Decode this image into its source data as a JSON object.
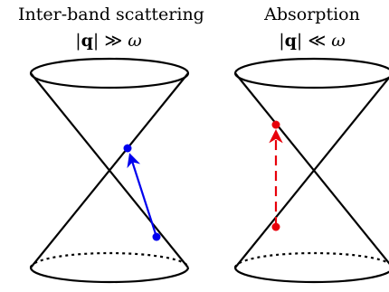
{
  "panels": [
    {
      "title": "Inter-band scattering",
      "formula": {
        "lhs_open": "|",
        "lhs_vec": "q",
        "lhs_close": "|",
        "relation": "≫",
        "rhs": "ω"
      },
      "process": "inter-band scattering",
      "arrow_style": "solid",
      "color": "#0000ee"
    },
    {
      "title": "Absorption",
      "formula": {
        "lhs_open": "|",
        "lhs_vec": "q",
        "lhs_close": "|",
        "relation": "≪",
        "rhs": "ω"
      },
      "process": "absorption",
      "arrow_style": "dashed",
      "color": "#e8000b"
    }
  ],
  "colors": {
    "cone_line": "#000000",
    "scattering": "#0000ee",
    "absorption": "#e8000b"
  }
}
